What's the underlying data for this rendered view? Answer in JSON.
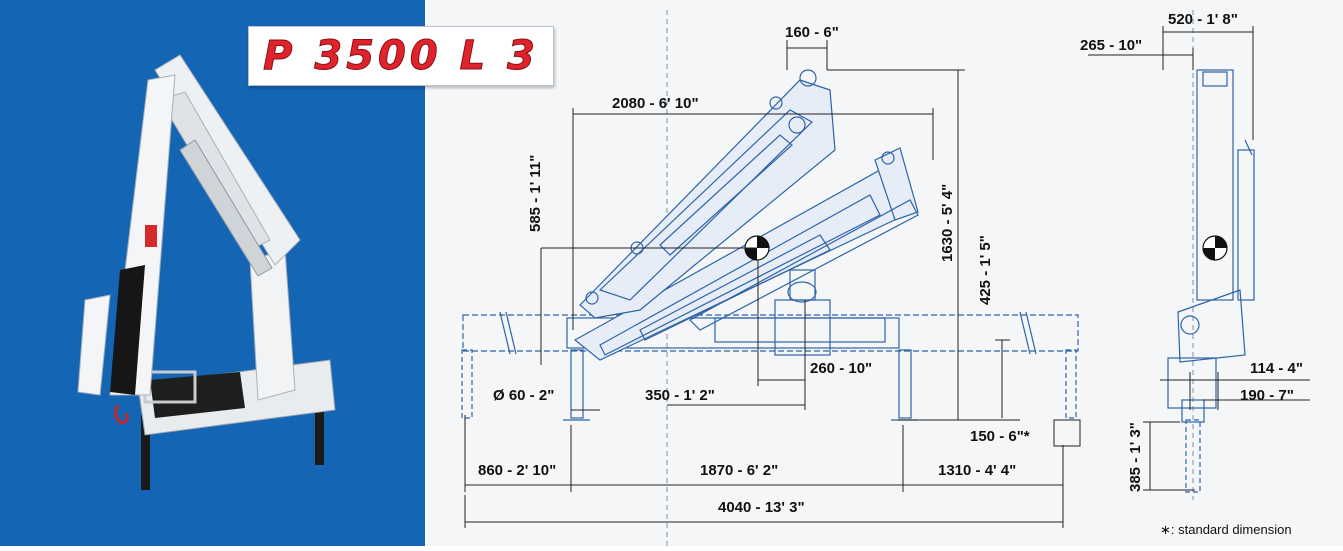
{
  "title": "P 3500 L 3",
  "dimensions": {
    "top_offset": "160 - 6\"",
    "boom_reach": "2080 - 6' 10\"",
    "height_total": "1630 - 5' 4\"",
    "upper_left_height": "585 - 1' 11\"",
    "base_height": "425 - 1' 5\"",
    "cog_offset": "260 - 10\"",
    "column_offset": "350 - 1' 2\"",
    "stabilizer_dia": "Ø 60 - 2\"",
    "foot_clearance": "150 - 6\"*",
    "left_extension": "860 - 2' 10\"",
    "center_span": "1870 - 6' 2\"",
    "right_extension": "1310 - 4' 4\"",
    "total_width": "4040 - 13' 3\"",
    "side_width": "520 - 1' 8\"",
    "side_offset": "265 - 10\"",
    "side_small": "114 - 4\"",
    "side_base": "190 - 7\"",
    "side_height": "385 - 1' 3\""
  },
  "footnote": "∗: standard dimension",
  "colors": {
    "panel_blue": "#1565b5",
    "title_red": "#e0232b",
    "line_blue": "#2f63a8"
  }
}
